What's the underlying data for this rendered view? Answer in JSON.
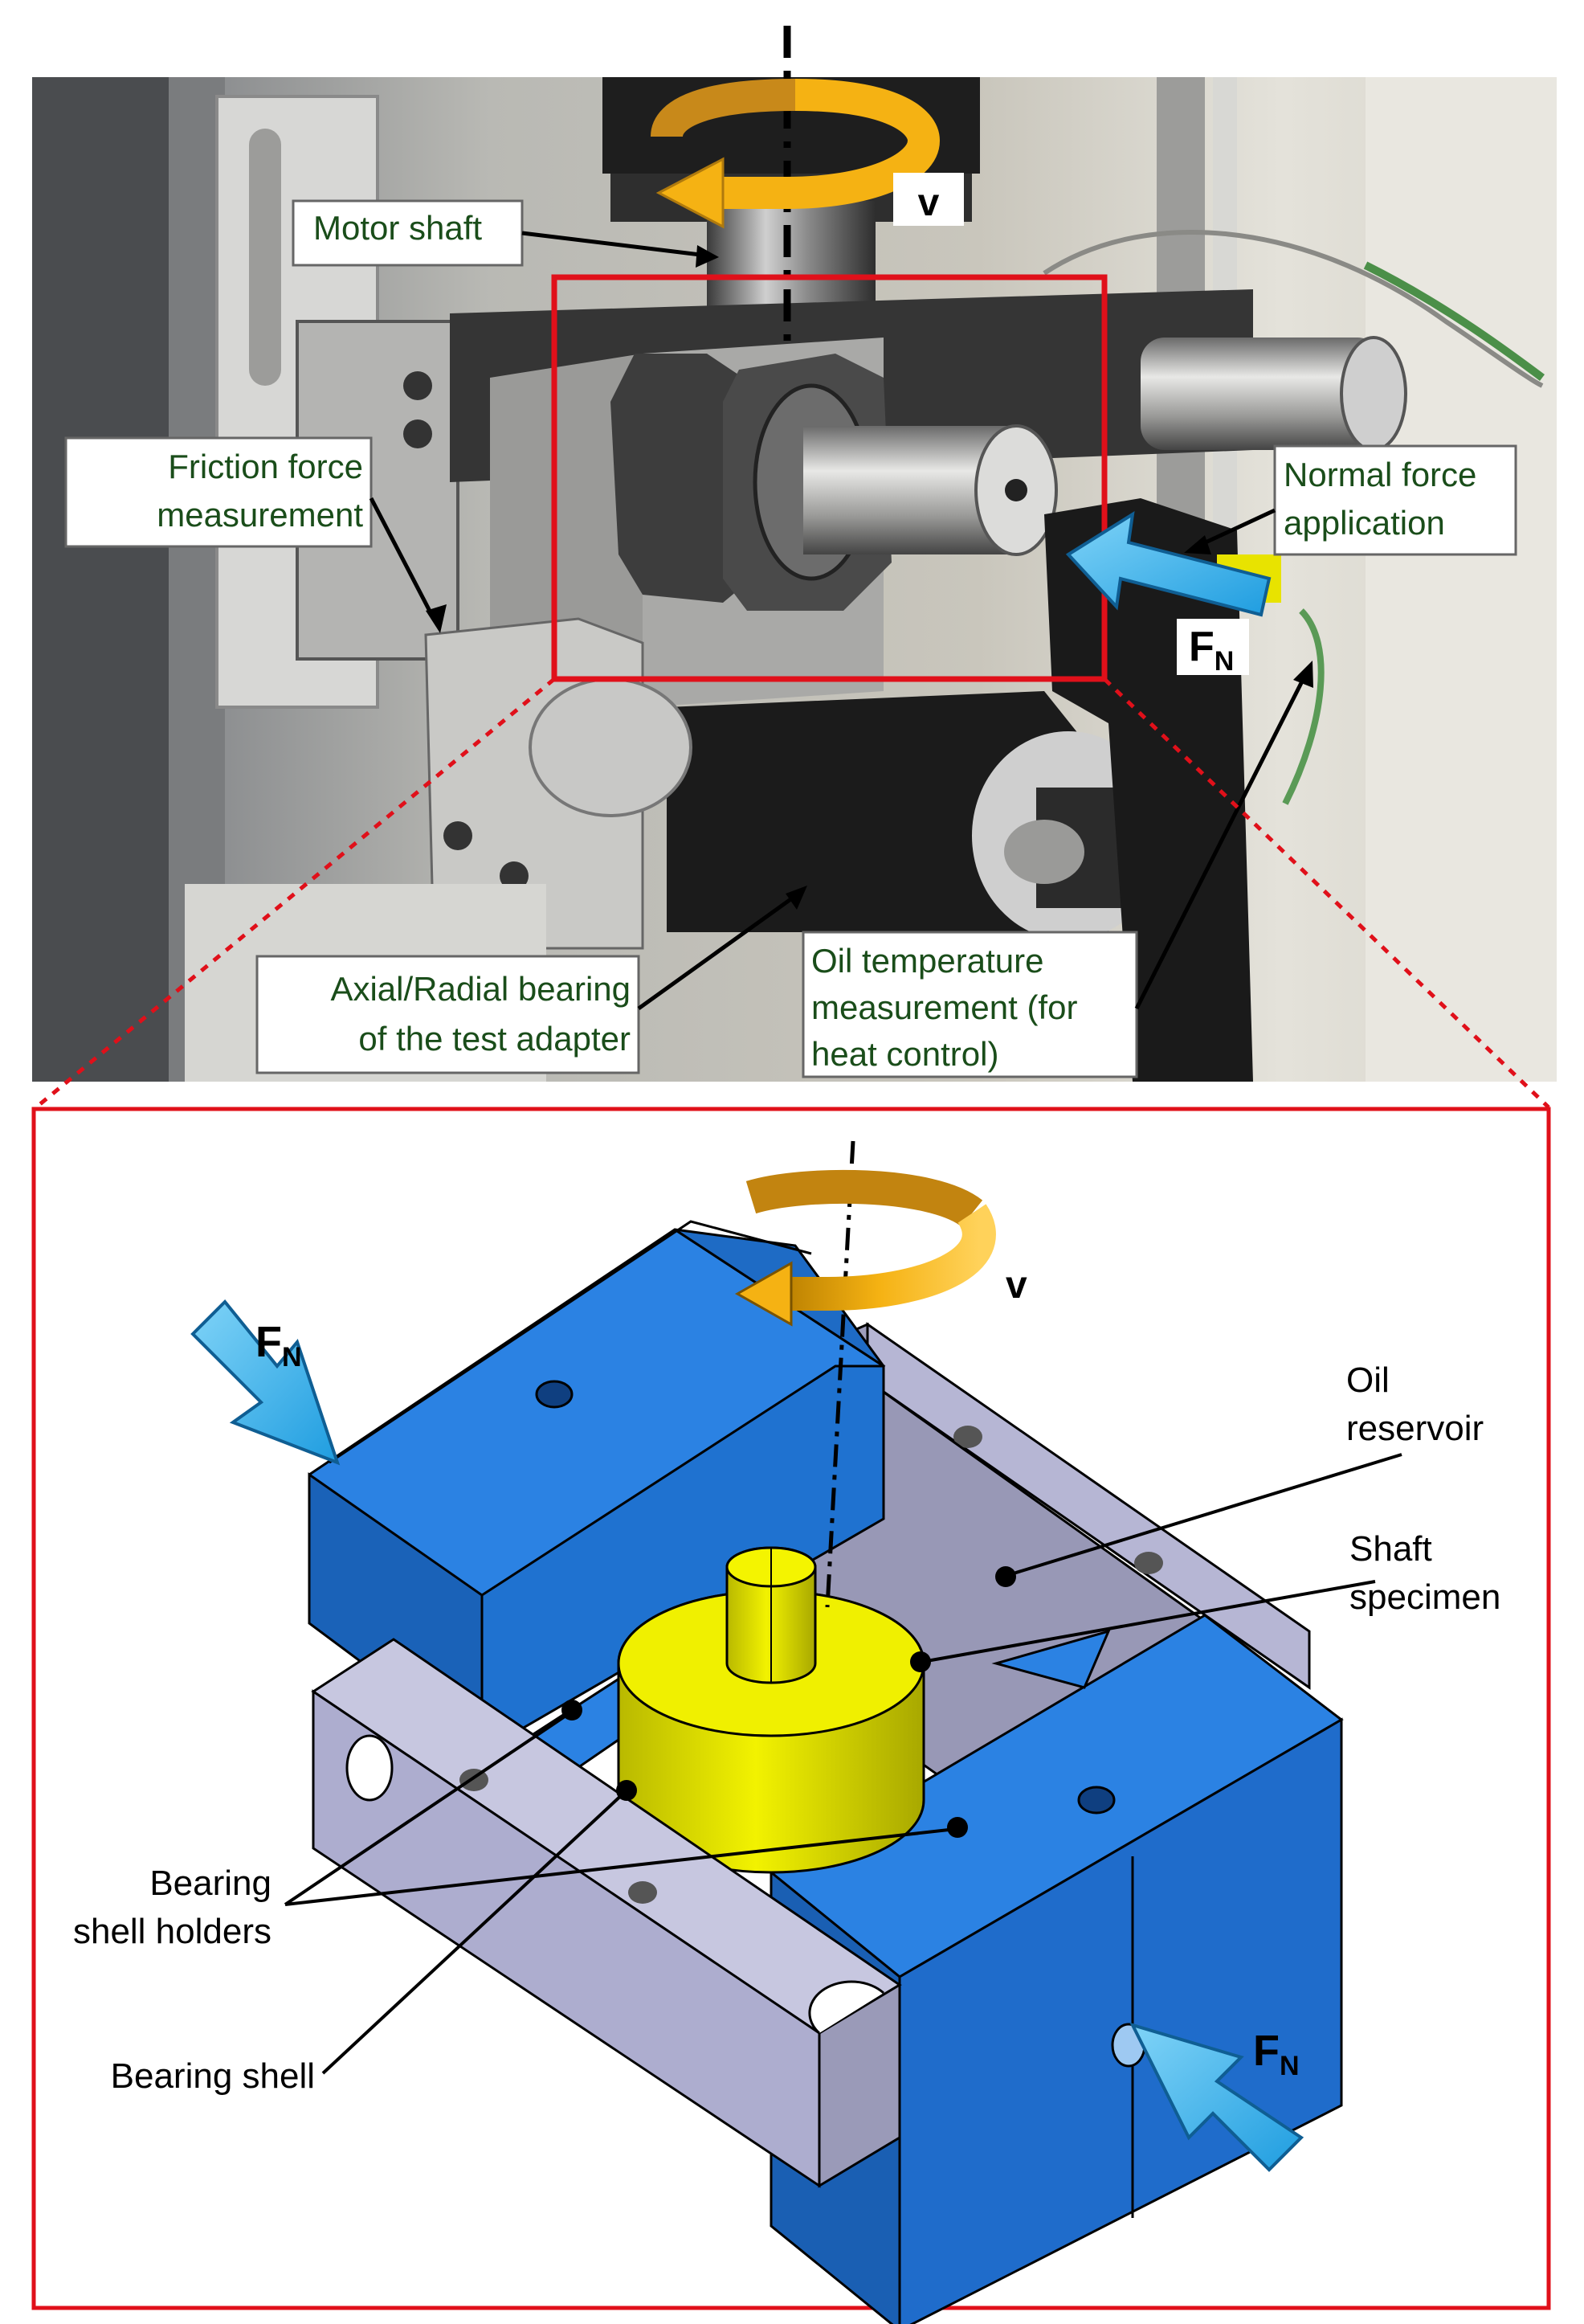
{
  "photo_panel": {
    "labels": {
      "motor_shaft": "Motor shaft",
      "friction_1": "Friction force",
      "friction_2": "measurement",
      "normal_1": "Normal force",
      "normal_2": "application",
      "axial_1": "Axial/Radial bearing",
      "axial_2": "of the test adapter",
      "oil_temp_1": "Oil temperature",
      "oil_temp_2": "measurement (for",
      "oil_temp_3": "heat control)",
      "velocity": "v",
      "force_main": "F",
      "force_sub": "N"
    },
    "colors": {
      "label_text": "#1a4d1a",
      "highlight_box": "#e0101a",
      "rotation_arrow": "#f5b213",
      "force_arrow": "#29a9e6"
    }
  },
  "cad_panel": {
    "labels": {
      "velocity": "v",
      "force_main_left": "F",
      "force_sub_left": "N",
      "force_main_right": "F",
      "force_sub_right": "N",
      "oil_1": "Oil",
      "oil_2": "reservoir",
      "shaft_1": "Shaft",
      "shaft_2": "specimen",
      "bsh_1": "Bearing",
      "bsh_2": "shell holders",
      "bshell": "Bearing shell"
    },
    "colors": {
      "holder_blue": "#1e74d6",
      "frame_lavender": "#b0b0cf",
      "specimen_yellow": "#e6e600",
      "border": "#e0101a"
    }
  }
}
